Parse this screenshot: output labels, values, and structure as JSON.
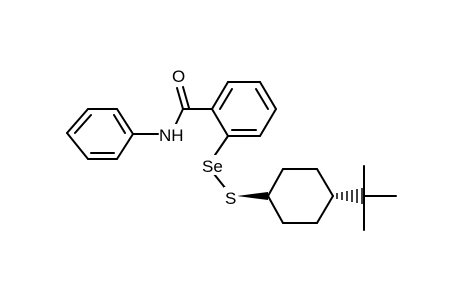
{
  "molecule": {
    "atoms": {
      "oxygen": "O",
      "amide_nh": "NH",
      "selenium": "Se",
      "sulfur": "S"
    },
    "colors": {
      "bond": "#000000",
      "label": "#000000",
      "background": "#ffffff"
    }
  }
}
